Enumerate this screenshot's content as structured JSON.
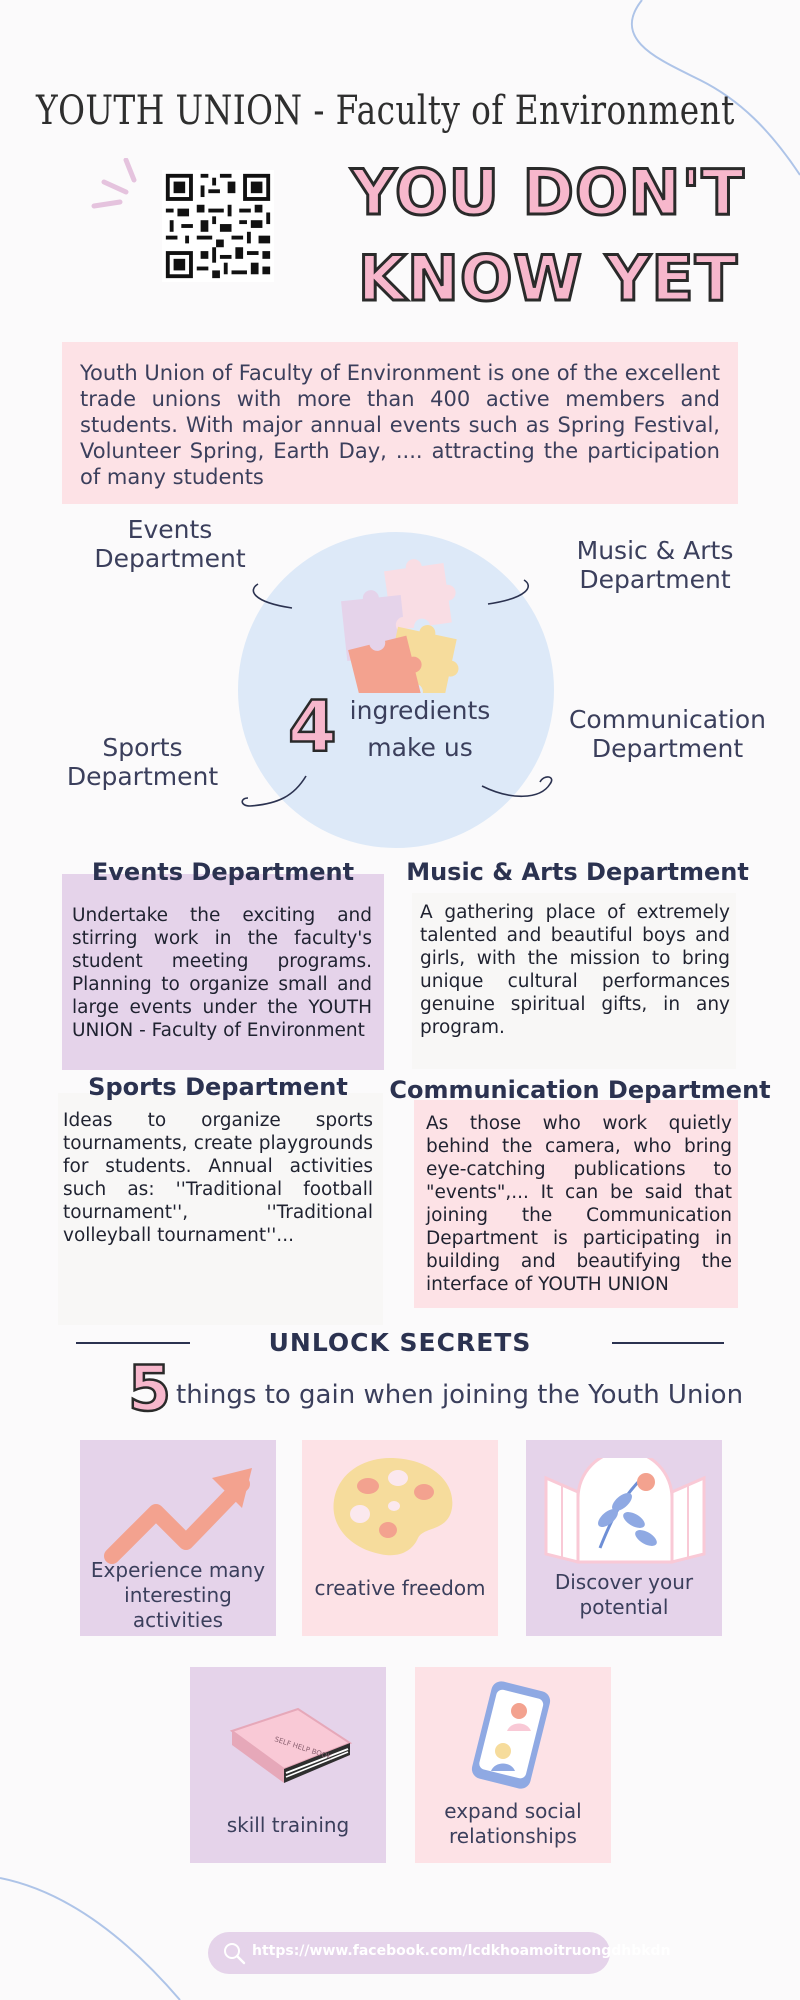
{
  "header": {
    "title": "YOUTH UNION - Faculty of Environment",
    "headline": "YOU DON'T KNOW YET"
  },
  "intro": {
    "text": "Youth Union of Faculty of Environment is one of the excellent trade unions with more than 400 active members and students. With major annual events such as Spring Festival, Volunteer Spring, Earth Day, .... attracting the participation of many students"
  },
  "ingredients": {
    "number": "4",
    "text": "ingredients make us",
    "labels": {
      "events": "Events Department",
      "music": "Music & Arts Department",
      "communication": "Communication Department",
      "sports": "Sports Department"
    }
  },
  "departments": {
    "events": {
      "title": "Events Department",
      "text": "Undertake the exciting and stirring work in the faculty's student meeting programs. Planning to organize small and large events under the YOUTH UNION - Faculty of Environment"
    },
    "music": {
      "title": "Music & Arts Department",
      "text": "A gathering place of extremely talented and beautiful boys and girls, with the mission to bring unique cultural performances genuine spiritual gifts, in any program."
    },
    "sports": {
      "title": "Sports Department",
      "text": "Ideas to organize sports tournaments, create playgrounds for students. Annual activities such as: ''Traditional football tournament'', ''Traditional volleyball tournament''..."
    },
    "communication": {
      "title": "Communication Department",
      "text": "As those who work quietly behind the camera, who bring eye-catching publications to \"events\",... It can be said that joining the Communication Department is participating in building and beautifying the interface of YOUTH UNION"
    }
  },
  "unlock": {
    "heading": "UNLOCK SECRETS",
    "number": "5",
    "subtitle": "things to gain when joining the Youth Union",
    "benefits": [
      {
        "label": "Experience many interesting activities",
        "icon": "growth-arrow-icon"
      },
      {
        "label": "creative freedom",
        "icon": "paint-palette-icon"
      },
      {
        "label": "Discover your potential",
        "icon": "open-window-icon"
      },
      {
        "label": "skill training",
        "icon": "book-icon"
      },
      {
        "label": "expand social relationships",
        "icon": "phone-call-icon"
      }
    ]
  },
  "footer": {
    "url": "https://www.facebook.com/lcdkhoamoitruongdhbkdn"
  },
  "colors": {
    "pink": "#f7b7cc",
    "light_pink": "#fde2e6",
    "lavender": "#e5d3ea",
    "light_blue": "#dde9f8",
    "navy": "#2b3250"
  }
}
